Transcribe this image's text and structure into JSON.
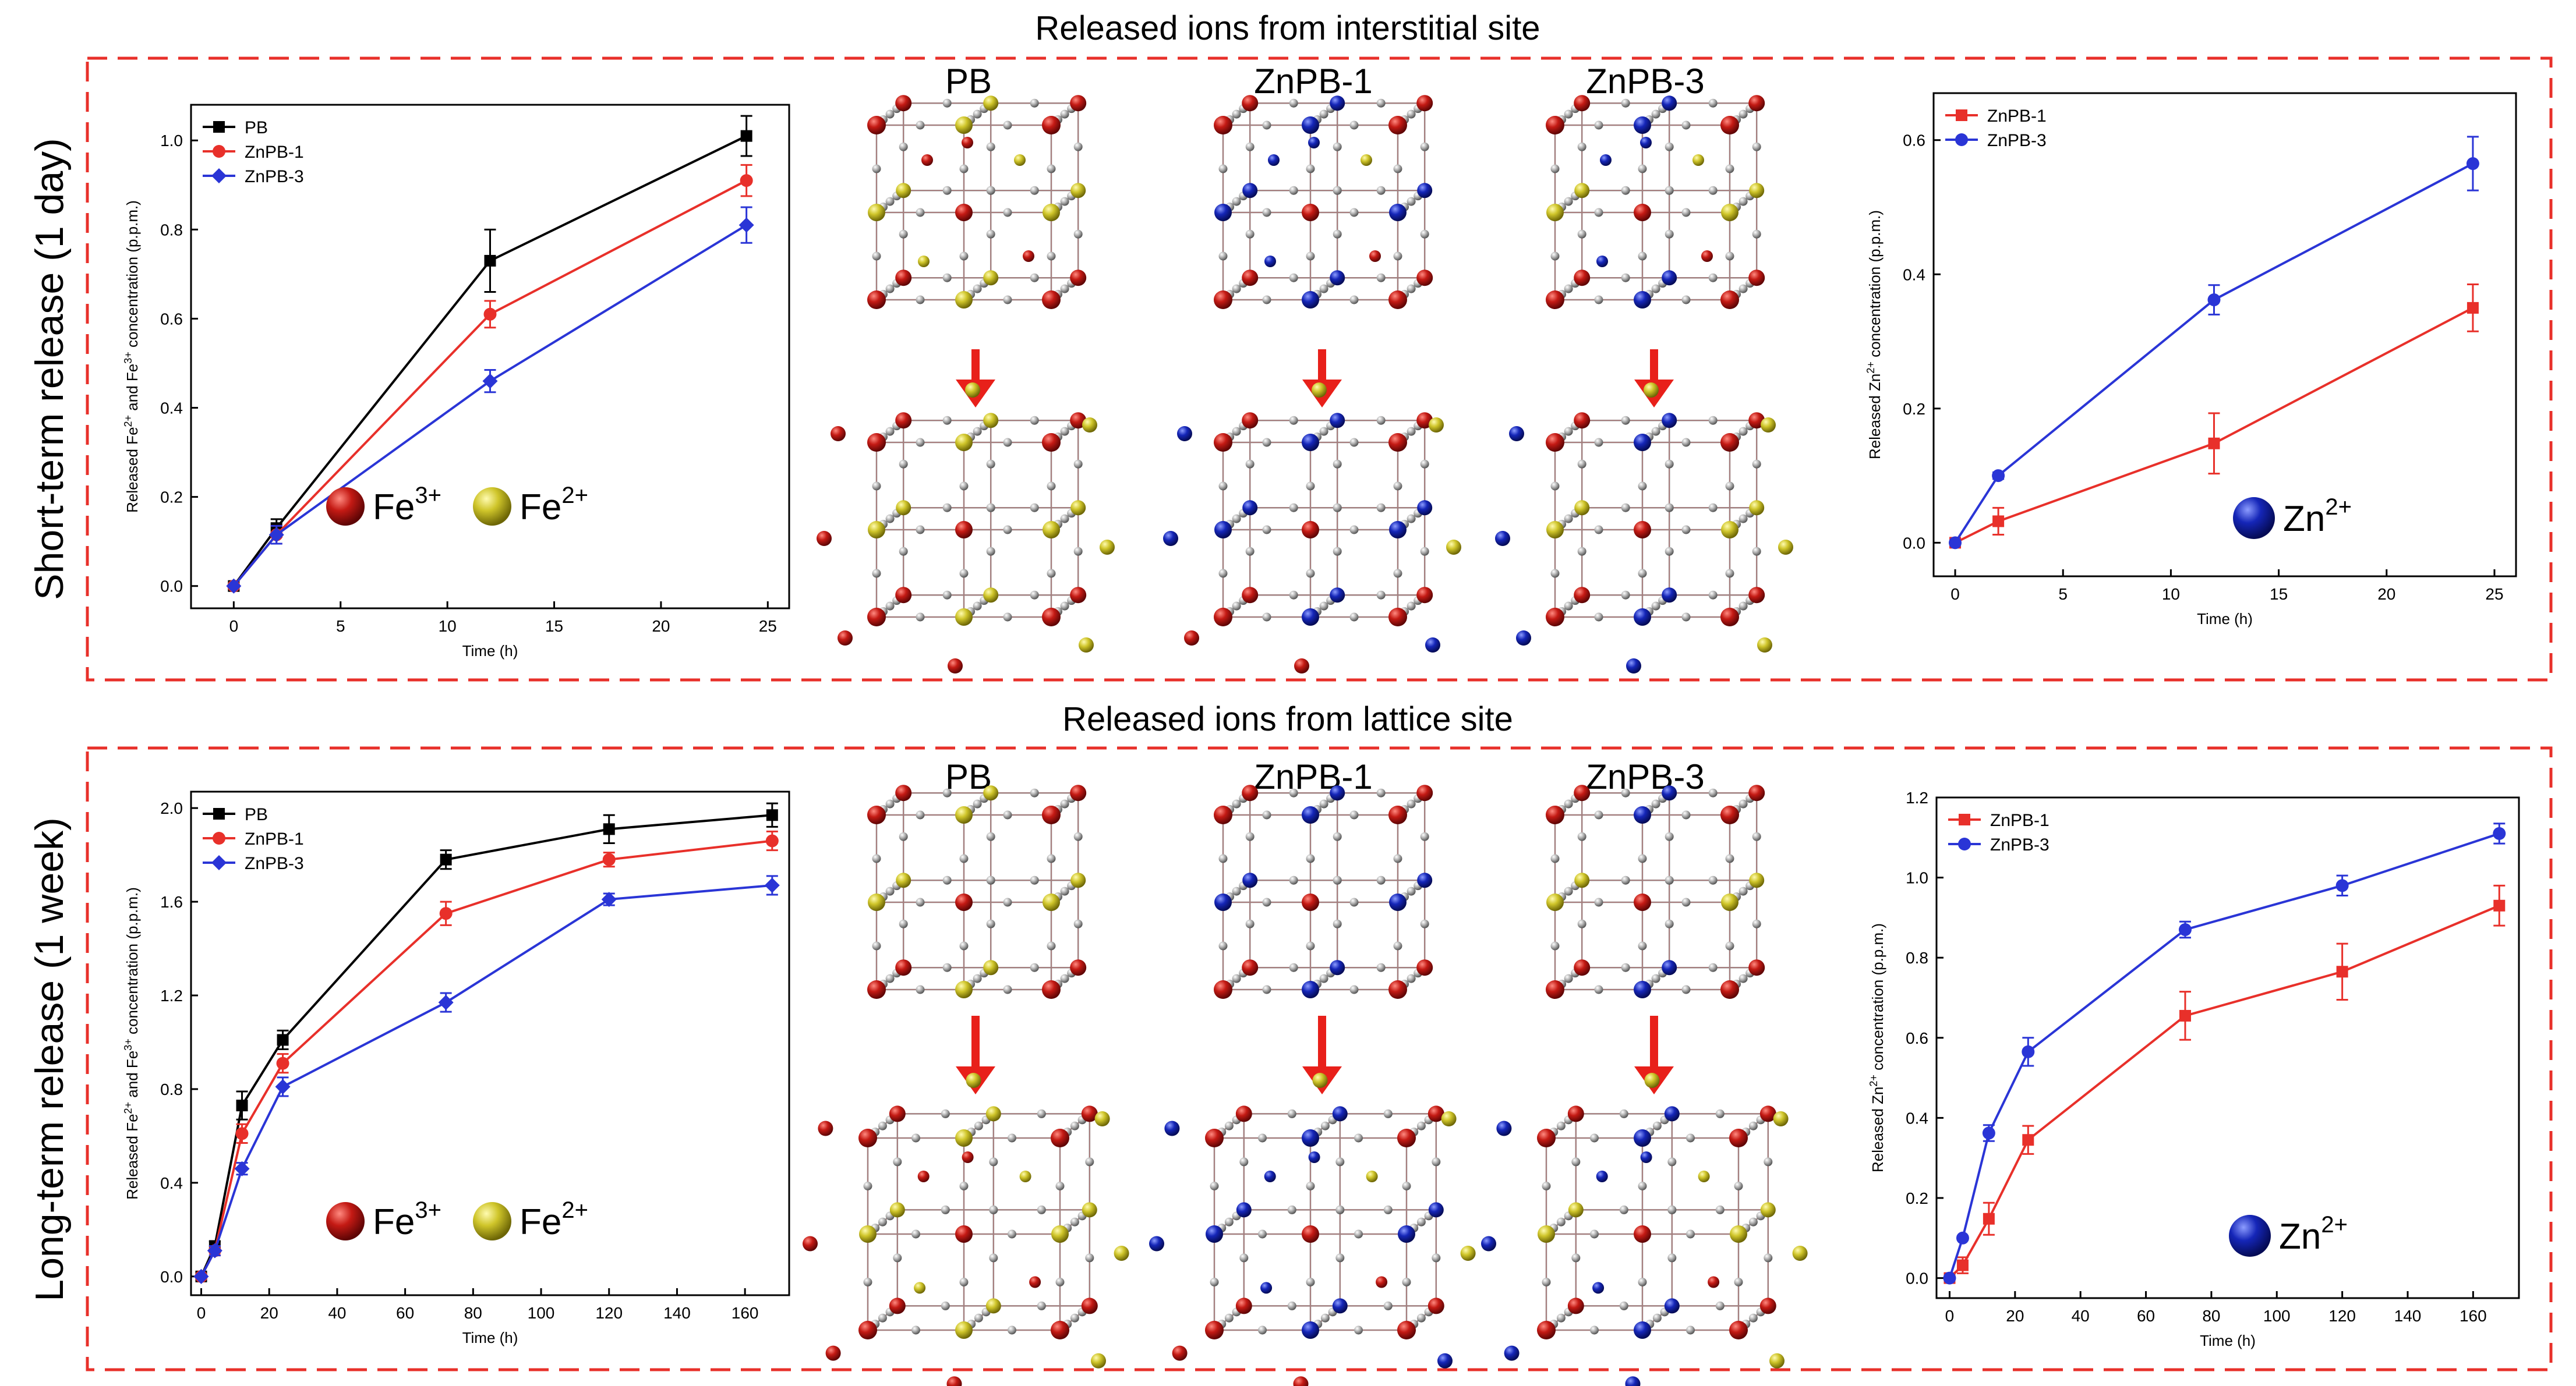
{
  "sections": {
    "top_title": "Released ions from interstitial site",
    "bottom_title": "Released ions from lattice site",
    "top_row_label": "Short-term release (1 day)",
    "bottom_row_label": "Long-term release (1 week)"
  },
  "colors": {
    "frame": "#e8302a",
    "PB": "#000000",
    "ZnPB-1": "#e8302a",
    "ZnPB-3": "#2a35d6",
    "fe3_ball": "#b01010",
    "fe2_ball": "#c8c020",
    "zn_ball": "#1020b0",
    "carbon_ball": "#9a9a9a"
  },
  "ion_legends": {
    "fe3": "Fe",
    "fe3_sup": "3+",
    "fe2": "Fe",
    "fe2_sup": "2+",
    "zn": "Zn",
    "zn_sup": "2+"
  },
  "structures": {
    "labels": [
      "PB",
      "ZnPB-1",
      "ZnPB-3"
    ]
  },
  "chart_data": [
    {
      "id": "fe_short",
      "type": "line",
      "xlabel": "Time (h)",
      "ylabel_parts": [
        "Released Fe",
        "2+",
        " and Fe",
        "3+",
        " concentration (p.p.m.)"
      ],
      "xlim": [
        -2,
        26
      ],
      "ylim": [
        -0.05,
        1.08
      ],
      "xticks": [
        0,
        5,
        10,
        15,
        20,
        25
      ],
      "yticks": [
        0.0,
        0.2,
        0.4,
        0.6,
        0.8,
        1.0
      ],
      "ytick_labels": [
        "0.0",
        "0.2",
        "0.4",
        "0.6",
        "0.8",
        "1.0"
      ],
      "legend": "top-left",
      "series": [
        {
          "name": "PB",
          "marker": "square",
          "x": [
            0,
            2,
            12,
            24
          ],
          "y": [
            0.0,
            0.13,
            0.73,
            1.01
          ],
          "err": [
            0.0,
            0.02,
            0.07,
            0.045
          ]
        },
        {
          "name": "ZnPB-1",
          "marker": "circle",
          "x": [
            0,
            2,
            12,
            24
          ],
          "y": [
            0.0,
            0.115,
            0.61,
            0.91
          ],
          "err": [
            0.0,
            0.02,
            0.03,
            0.035
          ]
        },
        {
          "name": "ZnPB-3",
          "marker": "diamond",
          "x": [
            0,
            2,
            12,
            24
          ],
          "y": [
            0.0,
            0.115,
            0.46,
            0.81
          ],
          "err": [
            0.0,
            0.02,
            0.025,
            0.04
          ]
        }
      ]
    },
    {
      "id": "zn_short",
      "type": "line",
      "xlabel": "Time (h)",
      "ylabel_parts": [
        "Released Zn",
        "2+",
        " concentration (p.p.m.)"
      ],
      "xlim": [
        -1,
        26
      ],
      "ylim": [
        -0.05,
        0.67
      ],
      "xticks": [
        0,
        5,
        10,
        15,
        20,
        25
      ],
      "yticks": [
        0.0,
        0.2,
        0.4,
        0.6
      ],
      "ytick_labels": [
        "0.0",
        "0.2",
        "0.4",
        "0.6"
      ],
      "legend": "top-left",
      "series": [
        {
          "name": "ZnPB-1",
          "marker": "square",
          "x": [
            0,
            2,
            12,
            24
          ],
          "y": [
            0.0,
            0.032,
            0.148,
            0.35
          ],
          "err": [
            0.0,
            0.02,
            0.045,
            0.035
          ]
        },
        {
          "name": "ZnPB-3",
          "marker": "circle",
          "x": [
            0,
            2,
            12,
            24
          ],
          "y": [
            0.0,
            0.1,
            0.362,
            0.565
          ],
          "err": [
            0.0,
            0.005,
            0.022,
            0.04
          ]
        }
      ]
    },
    {
      "id": "fe_long",
      "type": "line",
      "xlabel": "Time (h)",
      "ylabel_parts": [
        "Released Fe",
        "2+",
        " and Fe",
        "3+",
        " concentration (p.p.m.)"
      ],
      "xlim": [
        -3,
        173
      ],
      "ylim": [
        -0.08,
        2.07
      ],
      "xticks": [
        0,
        20,
        40,
        60,
        80,
        100,
        120,
        140,
        160
      ],
      "yticks": [
        0.0,
        0.4,
        0.8,
        1.2,
        1.6,
        2.0
      ],
      "ytick_labels": [
        "0.0",
        "0.4",
        "0.8",
        "1.2",
        "1.6",
        "2.0"
      ],
      "legend": "top-left",
      "series": [
        {
          "name": "PB",
          "marker": "square",
          "x": [
            0,
            4,
            12,
            24,
            72,
            120,
            168
          ],
          "y": [
            0.0,
            0.13,
            0.73,
            1.01,
            1.78,
            1.91,
            1.97
          ],
          "err": [
            0.0,
            0.02,
            0.06,
            0.04,
            0.04,
            0.06,
            0.05
          ]
        },
        {
          "name": "ZnPB-1",
          "marker": "circle",
          "x": [
            0,
            4,
            12,
            24,
            72,
            120,
            168
          ],
          "y": [
            0.0,
            0.11,
            0.61,
            0.91,
            1.55,
            1.78,
            1.86
          ],
          "err": [
            0.0,
            0.02,
            0.04,
            0.04,
            0.05,
            0.03,
            0.04
          ]
        },
        {
          "name": "ZnPB-3",
          "marker": "diamond",
          "x": [
            0,
            4,
            12,
            24,
            72,
            120,
            168
          ],
          "y": [
            0.0,
            0.11,
            0.46,
            0.81,
            1.17,
            1.61,
            1.67
          ],
          "err": [
            0.0,
            0.02,
            0.025,
            0.04,
            0.04,
            0.025,
            0.04
          ]
        }
      ]
    },
    {
      "id": "zn_long",
      "type": "line",
      "xlabel": "Time (h)",
      "ylabel_parts": [
        "Released Zn",
        "2+",
        " concentration (p.p.m.)"
      ],
      "xlim": [
        -4,
        174
      ],
      "ylim": [
        -0.05,
        1.2
      ],
      "xticks": [
        0,
        20,
        40,
        60,
        80,
        100,
        120,
        140,
        160
      ],
      "yticks": [
        0.0,
        0.2,
        0.4,
        0.6,
        0.8,
        1.0,
        1.2
      ],
      "ytick_labels": [
        "0.0",
        "0.2",
        "0.4",
        "0.6",
        "0.8",
        "1.0",
        "1.2"
      ],
      "legend": "top-left",
      "series": [
        {
          "name": "ZnPB-1",
          "marker": "square",
          "x": [
            0,
            4,
            12,
            24,
            72,
            120,
            168
          ],
          "y": [
            0.0,
            0.032,
            0.148,
            0.345,
            0.655,
            0.765,
            0.93
          ],
          "err": [
            0.0,
            0.02,
            0.04,
            0.035,
            0.06,
            0.07,
            0.05
          ]
        },
        {
          "name": "ZnPB-3",
          "marker": "circle",
          "x": [
            0,
            4,
            12,
            24,
            72,
            120,
            168
          ],
          "y": [
            0.0,
            0.1,
            0.362,
            0.565,
            0.87,
            0.98,
            1.11
          ],
          "err": [
            0.0,
            0.005,
            0.02,
            0.035,
            0.02,
            0.025,
            0.025
          ]
        }
      ]
    }
  ]
}
